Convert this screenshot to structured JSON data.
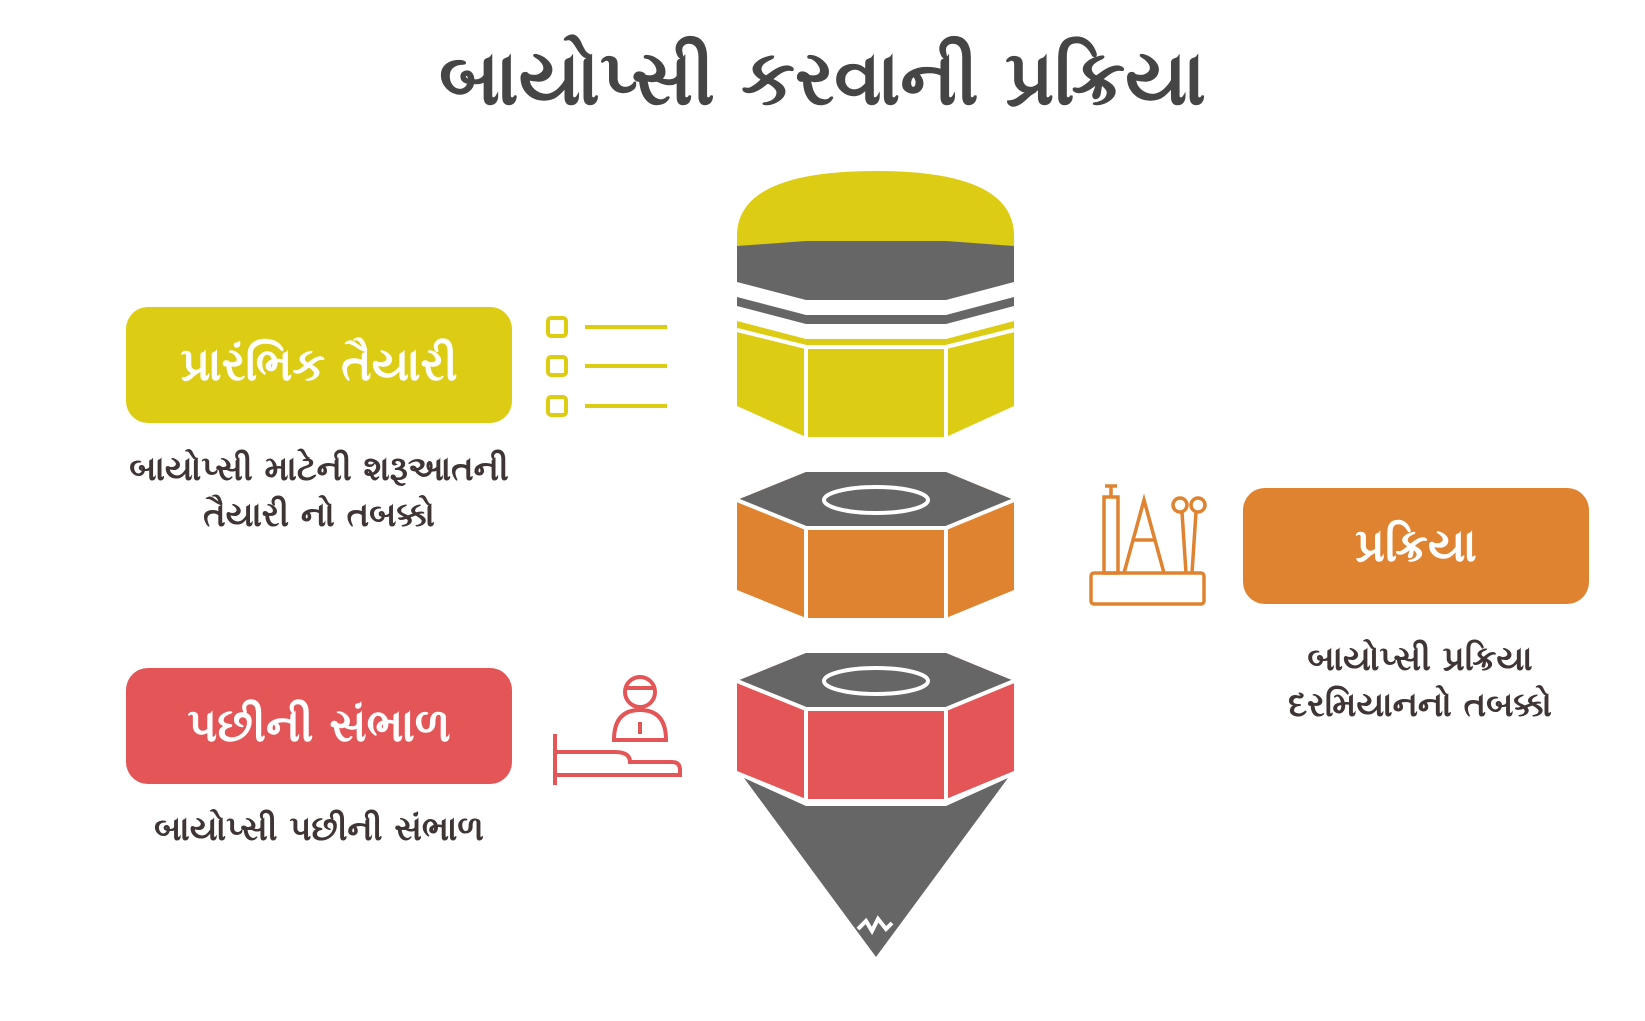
{
  "title": "બાયોપ્સી કરવાની પ્રક્રિયા",
  "stages": {
    "preparation": {
      "label": "પ્રારંભિક તૈયારી",
      "description": "બાયોપ્સી માટેની શરૂઆતની તૈયારી નો તબક્કો",
      "icon": "checklist-icon",
      "color": "#ddcc14"
    },
    "procedure": {
      "label": "પ્રક્રિયા",
      "description": "બાયોપ્સી પ્રક્રિયા દરમિયાનનો તબક્કો",
      "icon": "surgical-tools-icon",
      "color": "#e08330"
    },
    "aftercare": {
      "label": "પછીની સંભાળ",
      "description": "બાયોપ્સી પછીની સંભાળ",
      "icon": "patient-care-icon",
      "color": "#e45557"
    }
  },
  "colors": {
    "dark": "#666666",
    "title_text": "#454545"
  }
}
